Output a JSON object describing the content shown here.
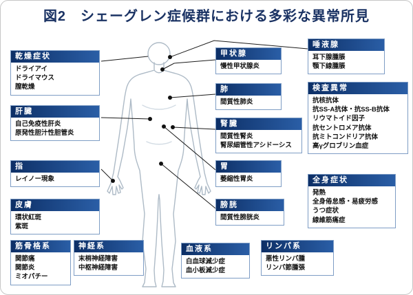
{
  "title": "図2　シェーグレン症候群における多彩な異常所見",
  "colors": {
    "header_gradient_start": "#0d2f66",
    "header_gradient_end": "#2a5ea6",
    "title_color": "#1a3263",
    "box_border": "#7d9cc4",
    "connector": "#1a1a1a",
    "body_outline": "#adbac6"
  },
  "boxes": {
    "dry": {
      "header": "乾燥症状",
      "items": [
        "ドライアイ",
        "ドライマウス",
        "膣乾燥"
      ]
    },
    "liver": {
      "header": "肝臓",
      "items": [
        "自己免疫性肝炎",
        "原発性胆汁性胆管炎"
      ]
    },
    "finger": {
      "header": "指",
      "items": [
        "レイノー現象"
      ]
    },
    "skin": {
      "header": "皮膚",
      "items": [
        "環状紅斑",
        "紫斑"
      ]
    },
    "musculo": {
      "header": "筋骨格系",
      "items": [
        "関節痛",
        "関節炎",
        "ミオパチー"
      ]
    },
    "nervous": {
      "header": "神経系",
      "items": [
        "末梢神経障害",
        "中枢神経障害"
      ]
    },
    "thyroid": {
      "header": "甲状腺",
      "items": [
        "慢性甲状腺炎"
      ]
    },
    "lung": {
      "header": "肺",
      "items": [
        "間質性肺炎"
      ]
    },
    "kidney": {
      "header": "腎臓",
      "items": [
        "間質性腎炎",
        "腎尿細管性アシドーシス"
      ]
    },
    "stomach": {
      "header": "胃",
      "items": [
        "萎縮性胃炎"
      ]
    },
    "bladder": {
      "header": "膀胱",
      "items": [
        "間質性膀胱炎"
      ]
    },
    "blood": {
      "header": "血液系",
      "items": [
        "白血球減少症",
        "血小板減少症"
      ]
    },
    "lymph": {
      "header": "リンパ系",
      "items": [
        "悪性リンパ腫",
        "リンパ節腫張"
      ]
    },
    "salivary": {
      "header": "唾液腺",
      "items": [
        "耳下腺腫脹",
        "顎下線腫脹"
      ]
    },
    "labs": {
      "header": "検査異常",
      "items": [
        "抗核抗体",
        "抗SS-A抗体・抗SS-B抗体",
        "リウマトイド因子",
        "抗セントロメア抗体",
        "抗ミトコンドリア抗体",
        "高γグロブリン血症"
      ]
    },
    "systemic": {
      "header": "全身症状",
      "items": [
        "発熱",
        "全身倦怠感・易疲労感",
        "うつ症状",
        "線維筋痛症"
      ]
    }
  }
}
